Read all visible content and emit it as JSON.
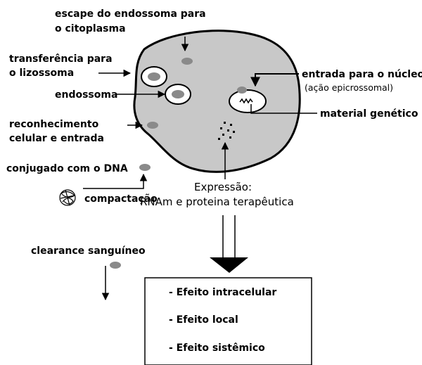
{
  "labels": {
    "escape_line1": "escape do endossoma para",
    "escape_line2": "o citoplasma",
    "transfer_line1": "transferência para",
    "transfer_line2": "o lizossoma",
    "endosome": "endossoma",
    "nucleus_entry": "entrada para o núcleo",
    "nucleus_note": "(ação epicrossomal)",
    "genetic_material": "material genético",
    "recognition_line1": "reconhecimento",
    "recognition_line2": "celular e entrada",
    "dna_conjugate": "conjugado com o DNA",
    "compaction": "compactação",
    "expression_line1": "Expressão:",
    "expression_line2": "RNAm e proteina terapêutica",
    "blood_clearance": "clearance sanguíneo"
  },
  "effects_box": {
    "items": [
      "- Efeito intracelular",
      "- Efeito local",
      "- Efeito sistêmico"
    ]
  },
  "colors": {
    "cell_fill": "#c8c8c8",
    "particle_fill": "#8a8a8a",
    "stroke": "#000000"
  }
}
